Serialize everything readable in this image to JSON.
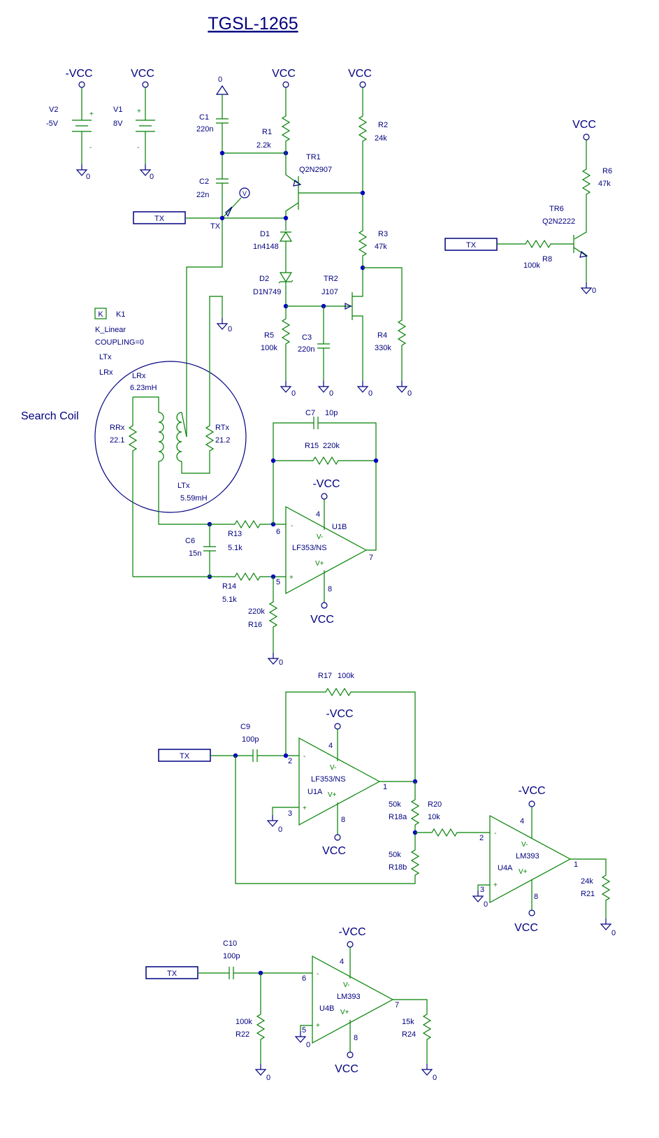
{
  "title": "TGSL-1265",
  "colors": {
    "wire": "#008000",
    "symbol": "#000080",
    "junction": "#0000c0"
  },
  "rails": {
    "vcc": "VCC",
    "neg_vcc": "-VCC",
    "gnd": "0",
    "probe": "V"
  },
  "port_label": "TX",
  "net_tx": "TX",
  "search_coil": "Search Coil",
  "sources": {
    "v2": {
      "name": "V2",
      "value": "-5V"
    },
    "v1": {
      "name": "V1",
      "value": "8V"
    }
  },
  "k1": {
    "box": "K",
    "name": "K1",
    "model": "K_Linear",
    "coupling": "COUPLING=0",
    "l1": "LTx",
    "l2": "LRx"
  },
  "inductors": {
    "lrx": {
      "name": "LRx",
      "value": "6.23mH"
    },
    "ltx": {
      "name": "LTx",
      "value": "5.59mH"
    }
  },
  "resistors": {
    "r1": {
      "name": "R1",
      "value": "2.2k"
    },
    "r2": {
      "name": "R2",
      "value": "24k"
    },
    "r3": {
      "name": "R3",
      "value": "47k"
    },
    "r4": {
      "name": "R4",
      "value": "330k"
    },
    "r5": {
      "name": "R5",
      "value": "100k"
    },
    "r6": {
      "name": "R6",
      "value": "47k"
    },
    "r8": {
      "name": "R8",
      "value": "100k"
    },
    "r13": {
      "name": "R13",
      "value": "5.1k"
    },
    "r14": {
      "name": "R14",
      "value": "5.1k"
    },
    "r15": {
      "name": "R15",
      "value": "220k"
    },
    "r16": {
      "name": "R16",
      "value": "220k"
    },
    "r17": {
      "name": "R17",
      "value": "100k"
    },
    "r18a": {
      "name": "R18a",
      "value": "50k"
    },
    "r18b": {
      "name": "R18b",
      "value": "50k"
    },
    "r20": {
      "name": "R20",
      "value": "10k"
    },
    "r21": {
      "name": "R21",
      "value": "24k"
    },
    "r22": {
      "name": "R22",
      "value": "100k"
    },
    "r24": {
      "name": "R24",
      "value": "15k"
    },
    "rrx": {
      "name": "RRx",
      "value": "22.1"
    },
    "rtx": {
      "name": "RTx",
      "value": "21.2"
    }
  },
  "capacitors": {
    "c1": {
      "name": "C1",
      "value": "220n"
    },
    "c2": {
      "name": "C2",
      "value": "22n"
    },
    "c3": {
      "name": "C3",
      "value": "220n"
    },
    "c6": {
      "name": "C6",
      "value": "15n"
    },
    "c7": {
      "name": "C7",
      "value": "10p"
    },
    "c9": {
      "name": "C9",
      "value": "100p"
    },
    "c10": {
      "name": "C10",
      "value": "100p"
    }
  },
  "semis": {
    "tr1": {
      "name": "TR1",
      "value": "Q2N2907"
    },
    "tr2": {
      "name": "TR2",
      "value": "J107"
    },
    "tr6": {
      "name": "TR6",
      "value": "Q2N2222"
    },
    "d1": {
      "name": "D1",
      "value": "1n4148"
    },
    "d2": {
      "name": "D2",
      "value": "D1N749"
    }
  },
  "opamps": {
    "u1b": {
      "name": "U1B",
      "part": "LF353/NS",
      "pins": {
        "inv": "6",
        "noninv": "5",
        "out": "7",
        "vneg": "4",
        "vpos": "8"
      }
    },
    "u1a": {
      "name": "U1A",
      "part": "LF353/NS",
      "pins": {
        "inv": "2",
        "noninv": "3",
        "out": "1",
        "vneg": "4",
        "vpos": "8"
      }
    },
    "u4a": {
      "name": "U4A",
      "part": "LM393",
      "pins": {
        "inv": "2",
        "noninv": "3",
        "out": "1",
        "vneg": "4",
        "vpos": "8"
      }
    },
    "u4b": {
      "name": "U4B",
      "part": "LM393",
      "pins": {
        "inv": "6",
        "noninv": "5",
        "out": "7",
        "vneg": "4",
        "vpos": "8"
      }
    }
  },
  "opamp_text": {
    "vneg": "V-",
    "vpos": "V+",
    "minus": "-",
    "plus": "+"
  },
  "source_signs": {
    "plus": "+",
    "minus": "-"
  }
}
